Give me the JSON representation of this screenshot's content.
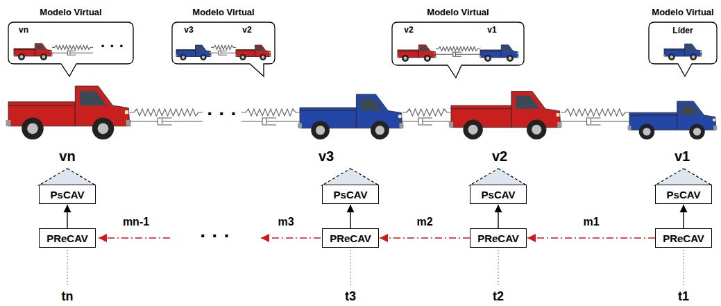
{
  "diagram": {
    "nodes": [
      {
        "text": [
          "Modelo Virtual",
          "vn",
          "· · ·"
        ]
      },
      {
        "text": [
          "Modelo Virtual",
          "v3",
          "v2"
        ]
      },
      {
        "text": [
          "Modelo Virtual",
          "v2",
          "v1"
        ]
      },
      {
        "text": [
          "Modelo Virtual",
          "Líder"
        ]
      },
      {
        "text": [
          "PsCAV"
        ]
      },
      {
        "text": [
          "PsCAV"
        ]
      },
      {
        "text": [
          "PsCAV"
        ]
      },
      {
        "text": [
          "PsCAV"
        ]
      },
      {
        "text": [
          "PReCAV"
        ]
      },
      {
        "text": [
          "PReCAV"
        ]
      },
      {
        "text": [
          "PReCAV"
        ]
      },
      {
        "text": [
          "PReCAV"
        ]
      }
    ],
    "edges": [
      {
        "from": 8,
        "to": 4,
        "arrow": "to"
      },
      {
        "from": 9,
        "to": 5,
        "arrow": "to"
      },
      {
        "from": 10,
        "to": 6,
        "arrow": "to"
      },
      {
        "from": 11,
        "to": 7,
        "arrow": "to"
      },
      {
        "from": 11,
        "to": 10,
        "label": "m1",
        "arrow": "to"
      },
      {
        "from": 10,
        "to": 9,
        "label": "m2",
        "arrow": "to"
      }
    ],
    "labels": [
      "vn",
      "v3",
      "v2",
      "v1",
      "· · ·",
      "· · ·",
      "m3",
      "mn-1",
      "tn",
      "t3",
      "t2",
      "t1"
    ]
  }
}
